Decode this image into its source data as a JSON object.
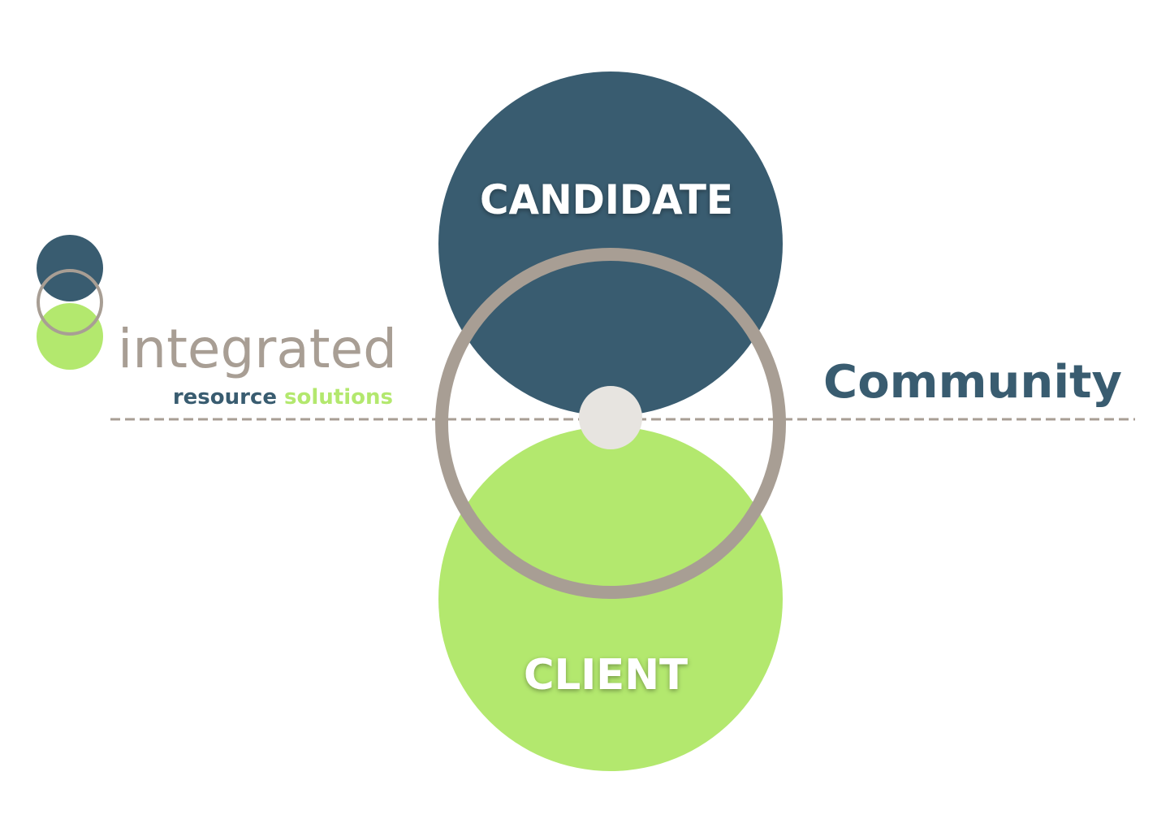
{
  "logo": {
    "name_main": "integrated",
    "name_sub_1": "resource",
    "name_sub_2": "solutions"
  },
  "diagram": {
    "top_circle_label": "CANDIDATE",
    "bottom_circle_label": "CLIENT",
    "line_label": "Community"
  },
  "colors": {
    "navy": "#395c70",
    "green": "#b3e86e",
    "taupe": "#a89e94",
    "light_grey": "#e7e4e0",
    "white": "#ffffff"
  }
}
